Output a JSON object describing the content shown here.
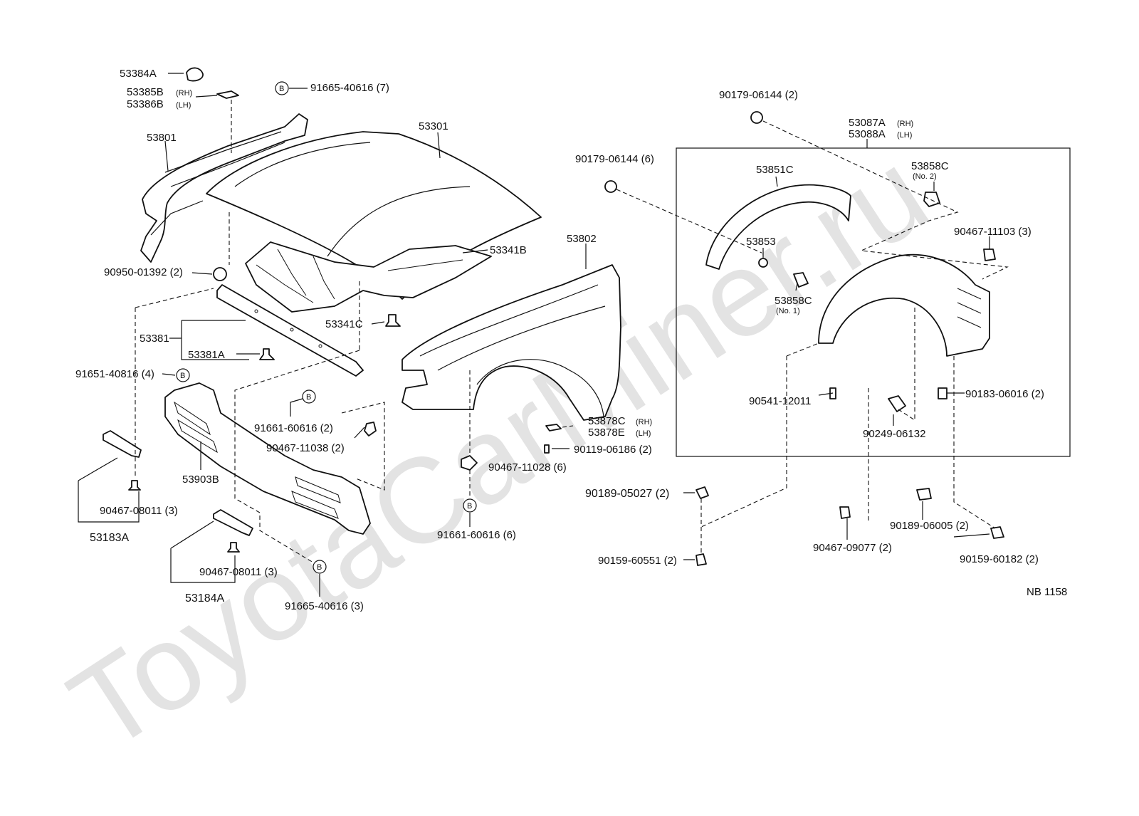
{
  "watermark": "ToyotaCarMiner.ru",
  "diagram_code": "NB 1158",
  "bolt_symbol": "B",
  "labels": {
    "l53384A": "53384A",
    "l53385B": "53385B",
    "l53385B_side": "(RH)",
    "l53386B": "53386B",
    "l53386B_side": "(LH)",
    "l91665_40616_7": "91665-40616 (7)",
    "l53801": "53801",
    "l53301": "53301",
    "l90950_01392": "90950-01392 (2)",
    "l53341B": "53341B",
    "l53802": "53802",
    "l53381": "53381",
    "l53341C": "53341C",
    "l53381A": "53381A",
    "l91651_40816": "91651-40816 (4)",
    "l91661_60616_2": "91661-60616 (2)",
    "l90467_11038": "90467-11038 (2)",
    "l53903B": "53903B",
    "l53878C": "53878C",
    "l53878C_side": "(RH)",
    "l53878E": "53878E",
    "l53878E_side": "(LH)",
    "l90119_06186": "90119-06186 (2)",
    "l90467_11028": "90467-11028 (6)",
    "l91661_60616_6": "91661-60616 (6)",
    "l90467_08011_a": "90467-08011 (3)",
    "l53183A": "53183A",
    "l90467_08011_b": "90467-08011 (3)",
    "l53184A": "53184A",
    "l91665_40616_3": "91665-40616 (3)",
    "l90179_06144_2": "90179-06144 (2)",
    "l53087A": "53087A",
    "l53087A_side": "(RH)",
    "l53088A": "53088A",
    "l53088A_side": "(LH)",
    "l90179_06144_6": "90179-06144 (6)",
    "l53851C": "53851C",
    "l53858C_a": "53858C",
    "l53858C_a_no": "(No. 2)",
    "l90467_11103": "90467-11103 (3)",
    "l53853": "53853",
    "l53858C_b": "53858C",
    "l53858C_b_no": "(No. 1)",
    "l90541_12011": "90541-12011",
    "l90249_06132": "90249-06132",
    "l90183_06016": "90183-06016 (2)",
    "l90189_05027": "90189-05027 (2)",
    "l90467_09077": "90467-09077 (2)",
    "l90189_06005": "90189-06005 (2)",
    "l90159_60551": "90159-60551 (2)",
    "l90159_60182": "90159-60182 (2)"
  }
}
